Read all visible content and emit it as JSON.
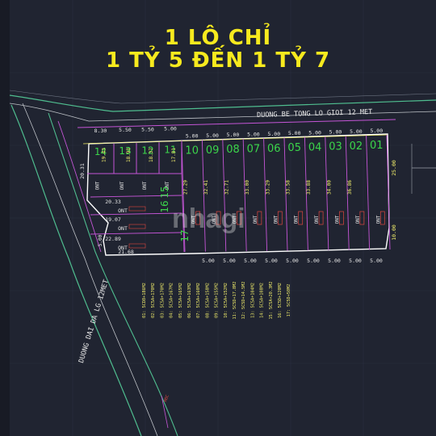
{
  "headline": {
    "line1": "1 LÔ CHỈ",
    "line2": "1 TỶ 5 ĐẾN 1 TỶ 7"
  },
  "roads": {
    "top": "DUONG BE TONG LO GIOI 12 MET",
    "left": "DUONG DAI DA LG 12MET"
  },
  "watermark": "nhagi",
  "colors": {
    "headline": "#f7ea1e",
    "lot_number": "#3bd54a",
    "dimension": "#f3ef6b",
    "boundary": "#ffffff",
    "road": "#4fbd8f",
    "lot_line": "#c455d6",
    "label": "#e6e6e6",
    "area_tag": "#e0463e"
  },
  "top_lots": [
    {
      "id": "10",
      "depth": "27.29"
    },
    {
      "id": "09",
      "depth": "32.41"
    },
    {
      "id": "08",
      "depth": "32.71"
    },
    {
      "id": "07",
      "depth": "33.00"
    },
    {
      "id": "06",
      "depth": "33.29"
    },
    {
      "id": "05",
      "depth": "33.58"
    },
    {
      "id": "04",
      "depth": "33.88"
    },
    {
      "id": "03",
      "depth": "34.00"
    },
    {
      "id": "02",
      "depth": "36.86"
    },
    {
      "id": "01",
      "depth": ""
    }
  ],
  "top_frontage": [
    "5.00",
    "5.00",
    "5.00",
    "5.00",
    "5.00",
    "5.00",
    "5.00",
    "5.00",
    "5.00",
    "5.00"
  ],
  "bottom_frontage": [
    "5.00",
    "5.00",
    "5.00",
    "5.00",
    "5.00",
    "5.00",
    "5.00",
    "5.00",
    "5.00"
  ],
  "corner_lots": [
    {
      "id": "14",
      "width": "8.30",
      "depth": "19.43"
    },
    {
      "id": "13",
      "width": "5.50",
      "depth": "18.93"
    },
    {
      "id": "12",
      "width": "5.50",
      "depth": "18.37"
    },
    {
      "id": "11",
      "width": "5.00",
      "depth": "17.81"
    }
  ],
  "side_lots": [
    {
      "id": "16",
      "width": "20.33"
    },
    {
      "id": "15",
      "width": "19.07"
    },
    {
      "id": "17",
      "width": "22.89"
    }
  ],
  "edge_dims": {
    "left_outer": "20.31",
    "right_top": "25.00",
    "right_bottom": "10.00",
    "bottom_left": "21.68",
    "left_small": "5.00"
  },
  "land_use": "ONT",
  "area_list": [
    "01: 5CD8+186M2",
    "02: 5C5A+170M2",
    "03: 5C5A+170M2",
    "04: 5C5A+167M2",
    "05: 5C5A+165M2",
    "06: 5C5A+163M2",
    "07: 5C5A+160M2",
    "08: 5C5A+158M2",
    "09: 5C5A+155M2",
    "10: 5C5A+152M2",
    "11: 5C5D+17.8M2",
    "12: 5C5D+14.5M2",
    "13: 5C5A+104M2",
    "14: 5C5A+108M2",
    "15: 5C5A+20.3M2",
    "16: 5C5D+120M2",
    "17: 5C5D+50M2"
  ]
}
